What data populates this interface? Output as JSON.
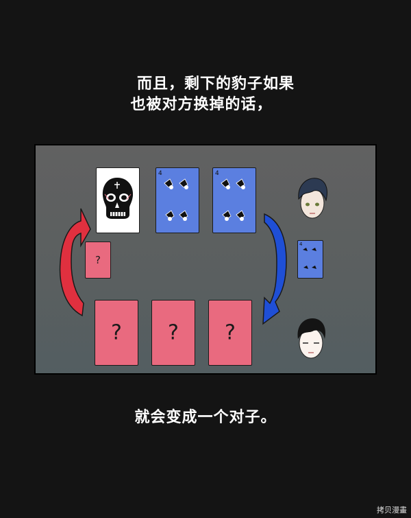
{
  "caption_top": {
    "line1": "而且，剩下的豹子如果",
    "line2": "也被对方换掉的话，"
  },
  "caption_bottom": "就会变成一个对子。",
  "cards": {
    "question_mark": "?",
    "blue_card_rank": "4"
  },
  "colors": {
    "background": "#141414",
    "pink_card": "#e96a7f",
    "blue_card": "#5b7fe0",
    "red_arrow": "#e0303f",
    "blue_arrow": "#1f4fd6"
  },
  "icons": [
    "skull-icon",
    "spade-icon",
    "red-curved-arrow-icon",
    "blue-curved-arrow-icon",
    "character-portrait-icon"
  ],
  "watermark": "拷贝漫畫"
}
